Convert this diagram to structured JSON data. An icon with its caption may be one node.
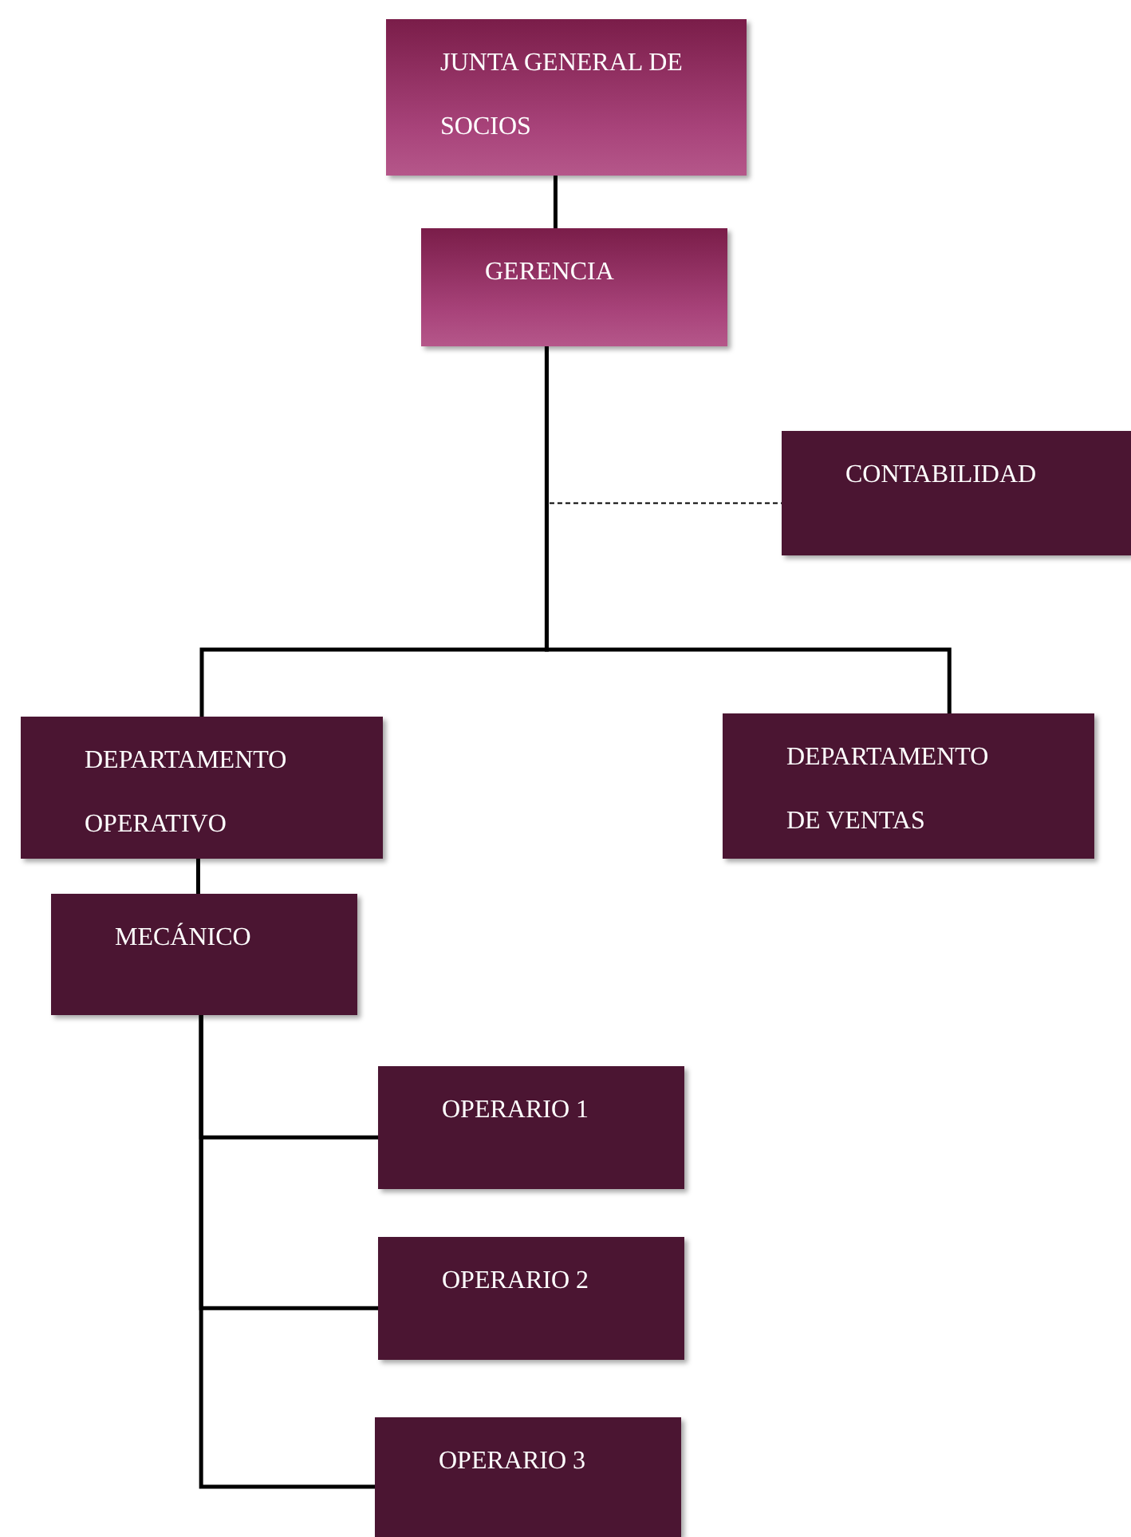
{
  "diagram": {
    "nodes": [
      {
        "text": [
          "JUNTA GENERAL DE SOCIOS"
        ]
      },
      {
        "text": [
          "GERENCIA"
        ]
      },
      {
        "text": [
          "CONTABILIDAD"
        ]
      },
      {
        "text": [
          "DEPARTAMENTO OPERATIVO"
        ]
      },
      {
        "text": [
          "DEPARTAMENTO DE VENTAS"
        ]
      },
      {
        "text": [
          "MECÁNICO"
        ]
      },
      {
        "text": [
          "OPERARIO 1"
        ]
      },
      {
        "text": [
          "OPERARIO 2"
        ]
      },
      {
        "text": [
          "OPERARIO 3"
        ]
      }
    ],
    "edges": [
      {
        "from": 0,
        "to": 1,
        "arrow": "none"
      },
      {
        "from": 1,
        "to": 2,
        "arrow": "none",
        "style": "dashed"
      },
      {
        "from": 1,
        "to": 3,
        "arrow": "none"
      },
      {
        "from": 1,
        "to": 4,
        "arrow": "none"
      },
      {
        "from": 3,
        "to": 5,
        "arrow": "none"
      },
      {
        "from": 5,
        "to": 6,
        "arrow": "none"
      },
      {
        "from": 5,
        "to": 7,
        "arrow": "none"
      },
      {
        "from": 5,
        "to": 8,
        "arrow": "none"
      }
    ]
  }
}
